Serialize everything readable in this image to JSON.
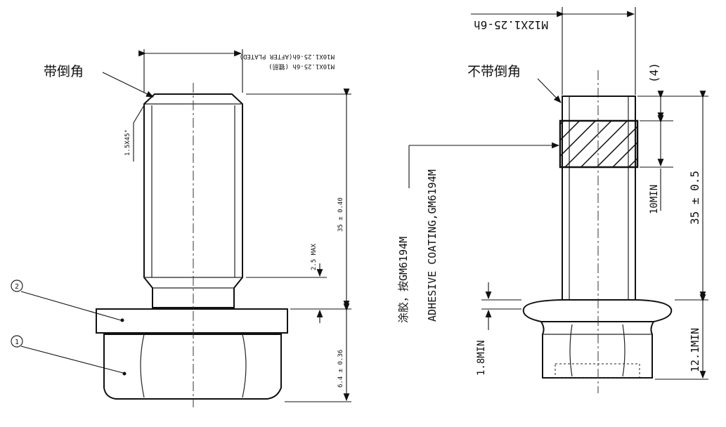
{
  "left": {
    "chamfer_callout": "带倒角",
    "thread_spec": "M10X1.25-6h (镀前)",
    "thread_spec_after": "M10X1.25-6h(AFTER PLATED)",
    "chamfer_note": "1.5X45°",
    "length_dim": "35 ± 0.40",
    "shoulder_dim": "2.5 MAX",
    "head_dim": "6.4 ± 0.36",
    "item2": "2",
    "item1": "1"
  },
  "right": {
    "thread_spec": "M12X1.25-6h",
    "no_chamfer_callout": "不带倒角",
    "ref_dim": "(4)",
    "adhesive_cn": "涂胶，按GM6194M",
    "adhesive_en": "ADHESIVE COATING,GM6194M",
    "min_dim": "10MIN",
    "length_dim": "35 ± 0.5",
    "flange_dim": "1.8MIN",
    "head_dim": "12.1MIN"
  }
}
